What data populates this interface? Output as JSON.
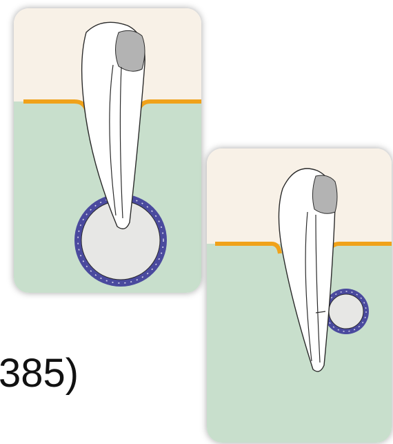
{
  "caption": "385)",
  "colors": {
    "upper_bg": "#f8f1e7",
    "lower_bg": "#c8dfcc",
    "gingiva": "#f0a21a",
    "crown": "#b3b3b3",
    "tooth": "#ffffff",
    "lesion": "#e7e7e5",
    "capsule": "#4a4a9e",
    "outline": "#2a2a2a"
  },
  "panels": [
    {
      "lesion_type": "periapical cyst"
    },
    {
      "lesion_type": "lateral periodontal cyst"
    }
  ]
}
